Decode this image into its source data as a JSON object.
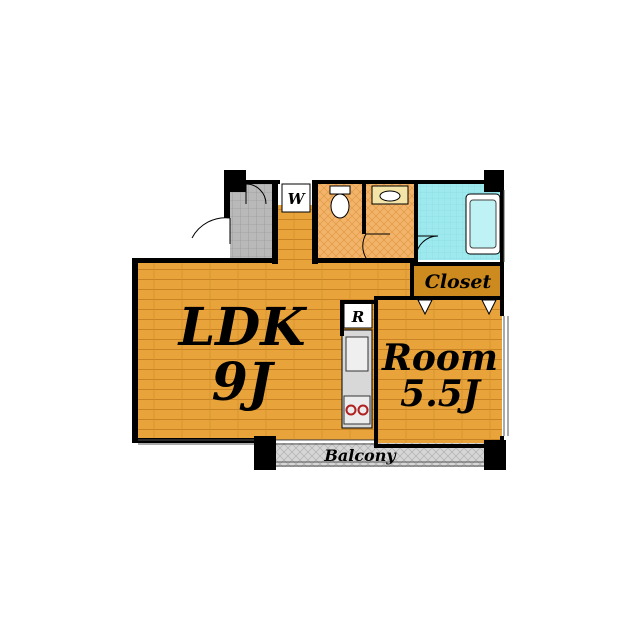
{
  "rooms": {
    "ldk": {
      "name": "LDK",
      "size": "9J"
    },
    "room": {
      "name": "Room",
      "size": "5.5J"
    },
    "closet": {
      "name": "Closet"
    },
    "balcony": {
      "name": "Balcony"
    }
  },
  "fixtures": {
    "fridge": "R",
    "washer": "W"
  },
  "colors": {
    "wood_floor": "#e8a33a",
    "wood_grain": "#c98324",
    "tile_floor": "#f2b46a",
    "bath_floor": "#9ee9ee",
    "entrance_tile": "#b9b9b9",
    "closet_floor": "#cc8a1f",
    "wall": "#000000",
    "balcony": "#d6d6d6"
  }
}
